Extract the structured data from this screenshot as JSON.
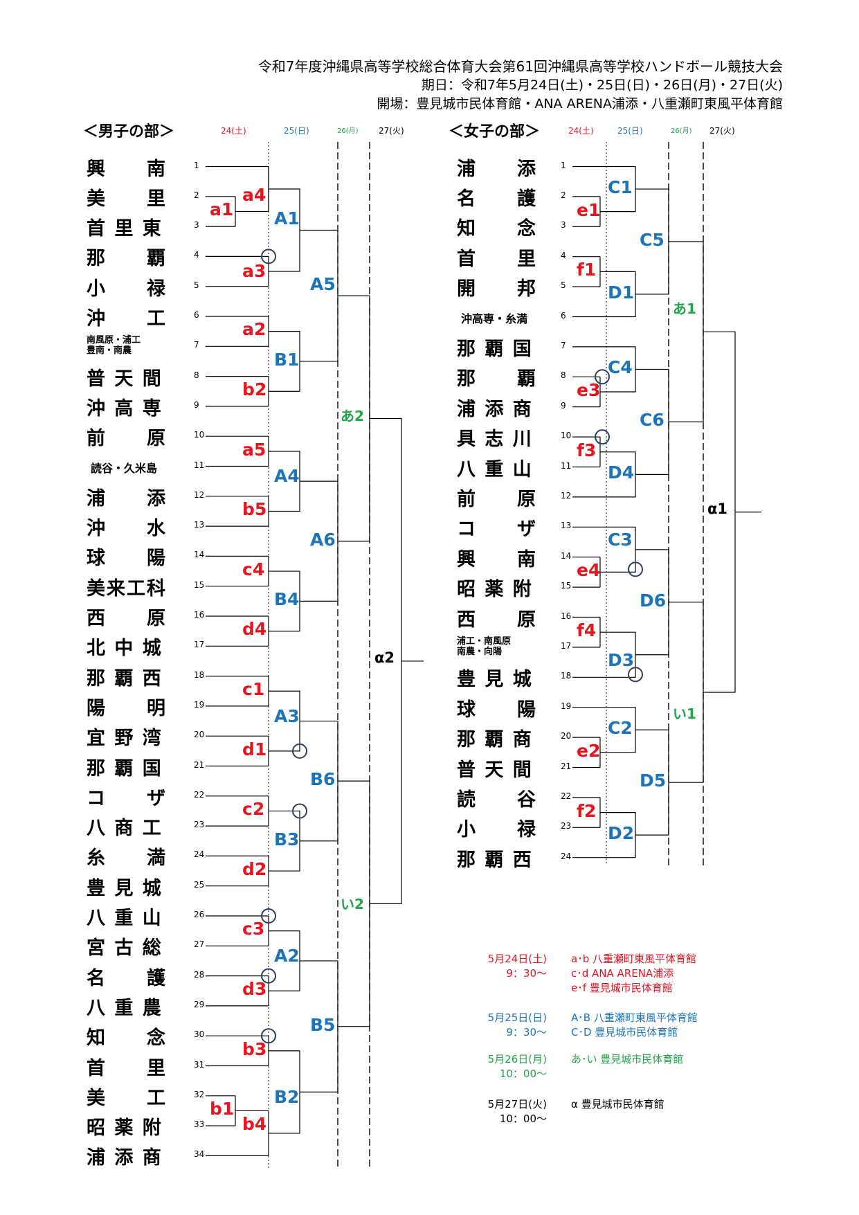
{
  "header": {
    "title": "令和7年度沖縄県高等学校総合体育大会第61回沖縄県高等学校ハンドボール競技大会",
    "dates": "期日：令和7年5月24日(土)・25日(日)・26日(月)・27日(火)",
    "venues": "開場：豊見城市民体育館・ANA ARENA浦添・八重瀬町東風平体育館"
  },
  "men": {
    "heading": "＜男子の部＞",
    "days": [
      "24(土)",
      "25(日)",
      "26(月)",
      "27(火)"
    ],
    "teams": [
      "興　　南",
      "美　　里",
      "首 里 東",
      "那　　覇",
      "小　　禄",
      "沖　　工",
      "南風原・浦工 豊南・南農",
      "普 天 間",
      "沖 高 専",
      "前　　原",
      "読谷・久米島",
      "浦　　添",
      "沖　　水",
      "球　　陽",
      "美来工科",
      "西　　原",
      "北 中 城",
      "那 覇 西",
      "陽　　明",
      "宜 野 湾",
      "那 覇 国",
      "コ　　ザ",
      "八 商 工",
      "糸　　満",
      "豊 見 城",
      "八 重 山",
      "宮 古 総",
      "名　　護",
      "八 重 農",
      "知　　念",
      "首　　里",
      "美　　工",
      "昭 薬 附",
      "浦 添 商"
    ],
    "seeds": [
      "1",
      "2",
      "3",
      "4",
      "5",
      "6",
      "7",
      "8",
      "9",
      "10",
      "11",
      "12",
      "13",
      "14",
      "15",
      "16",
      "17",
      "18",
      "19",
      "20",
      "21",
      "22",
      "23",
      "24",
      "25",
      "26",
      "27",
      "28",
      "29",
      "30",
      "31",
      "32",
      "33",
      "34"
    ],
    "labels": {
      "a1": "a1",
      "a4": "a4",
      "a3": "a3",
      "a2": "a2",
      "b2": "b2",
      "a5": "a5",
      "b5": "b5",
      "c4": "c4",
      "d4": "d4",
      "c1": "c1",
      "d1": "d1",
      "c2": "c2",
      "d2": "d2",
      "c3": "c3",
      "d3": "d3",
      "b3": "b3",
      "b1": "b1",
      "b4": "b4",
      "A1": "A1",
      "B1": "B1",
      "A4": "A4",
      "B4": "B4",
      "A3": "A3",
      "B3": "B3",
      "A2": "A2",
      "B2": "B2",
      "A5": "A5",
      "A6": "A6",
      "B6": "B6",
      "B5": "B5",
      "a_2": "あ2",
      "i_2": "い2",
      "alpha2": "α2"
    }
  },
  "women": {
    "heading": "＜女子の部＞",
    "days": [
      "24(土)",
      "25(日)",
      "26(月)",
      "27(火)"
    ],
    "teams": [
      "浦　　添",
      "名　　護",
      "知　　念",
      "首　　里",
      "開　　邦",
      "沖高専・糸満",
      "那 覇 国",
      "那　　覇",
      "浦 添 商",
      "具 志 川",
      "八 重 山",
      "前　　原",
      "コ　　ザ",
      "興　　南",
      "昭 薬 附",
      "西　　原",
      "浦工・南風原 南農・向陽",
      "豊 見 城",
      "球　　陽",
      "那 覇 商",
      "普 天 間",
      "読　　谷",
      "小　　禄",
      "那 覇 西"
    ],
    "seeds": [
      "1",
      "2",
      "3",
      "4",
      "5",
      "6",
      "7",
      "8",
      "9",
      "10",
      "11",
      "12",
      "13",
      "14",
      "15",
      "16",
      "17",
      "18",
      "19",
      "20",
      "21",
      "22",
      "23",
      "24"
    ],
    "labels": {
      "e1": "e1",
      "f1": "f1",
      "e3": "e3",
      "f3": "f3",
      "e4": "e4",
      "f4": "f4",
      "e2": "e2",
      "f2": "f2",
      "C1": "C1",
      "D1": "D1",
      "C4": "C4",
      "D4": "D4",
      "C3": "C3",
      "D3": "D3",
      "C2": "C2",
      "D2": "D2",
      "C5": "C5",
      "C6": "C6",
      "D6": "D6",
      "D5": "D5",
      "a_1": "あ1",
      "i_1": "い1",
      "alpha1": "α1"
    }
  },
  "schedule": [
    {
      "date": "5月24日(土)",
      "time": "9：30～",
      "lines": [
        "a･b 八重瀬町東風平体育館",
        "c･d ANA ARENA浦添",
        "e･f 豊見城市民体育館"
      ],
      "color": "#e8141e"
    },
    {
      "date": "5月25日(日)",
      "time": "9：30～",
      "lines": [
        "A･B 八重瀬町東風平体育館",
        "C･D 豊見城市民体育館"
      ],
      "color": "#1d74b8"
    },
    {
      "date": "5月26日(月)",
      "time": "10：00～",
      "lines": [
        "あ･い 豊見城市民体育館"
      ],
      "color": "#21a548"
    },
    {
      "date": "5月27日(火)",
      "time": "10：00～",
      "lines": [
        "α 豊見城市民体育館"
      ],
      "color": "#000000"
    }
  ],
  "colors": {
    "round1": "#e8141e",
    "round2": "#1d74b8",
    "round3": "#21a548",
    "circle": "#2c3e5c"
  }
}
